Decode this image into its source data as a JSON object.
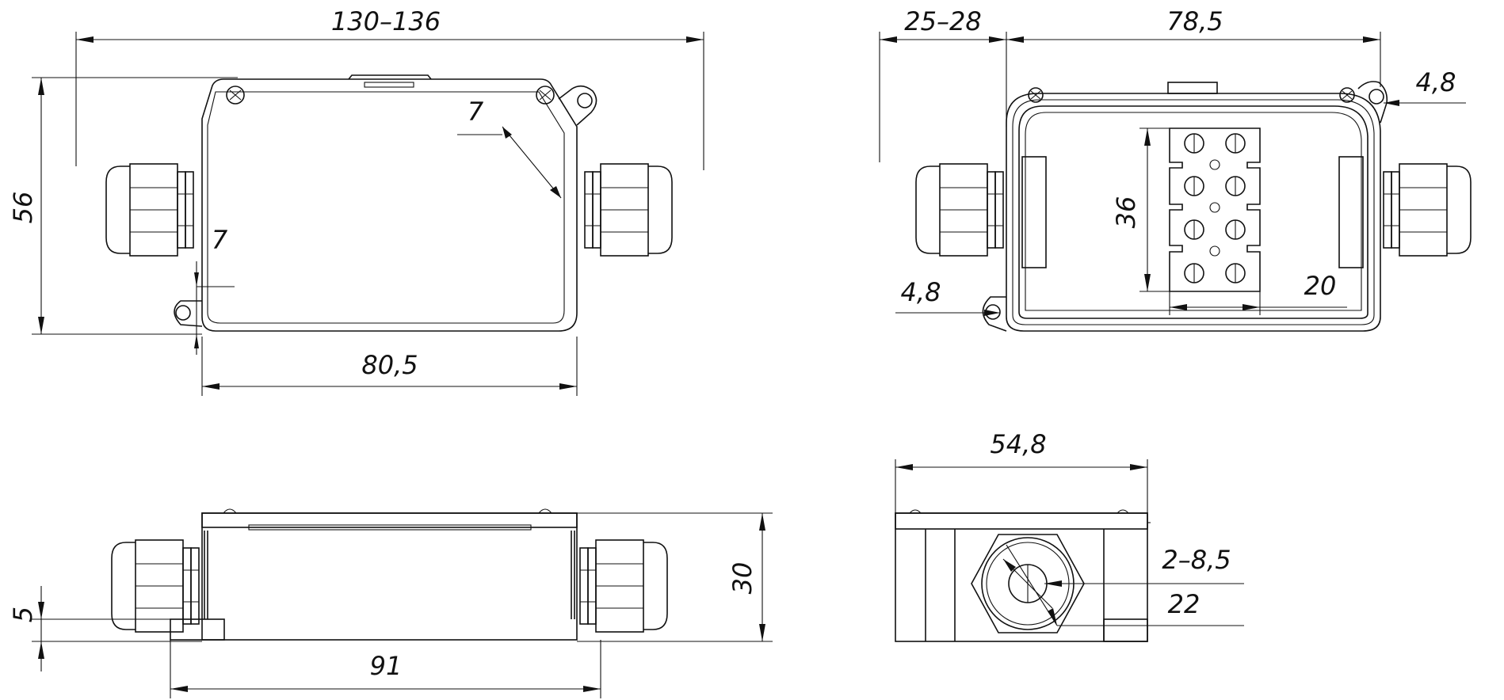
{
  "drawing": {
    "dimensions": {
      "overall_length": "130–136",
      "height_top_view": "56",
      "mount_hole_offset_left": "7",
      "mount_hole_offset_right": "7",
      "body_length_top": "80,5",
      "gland_length": "25–28",
      "inner_length": "78,5",
      "hole_dia_right": "4,8",
      "hole_dia_left": "4,8",
      "terminal_height": "36",
      "terminal_width": "20",
      "base_height": "5",
      "total_height_side": "30",
      "mount_spacing": "91",
      "end_width": "54,8",
      "gland_hole": "2–8,5",
      "gland_outer": "22"
    }
  }
}
